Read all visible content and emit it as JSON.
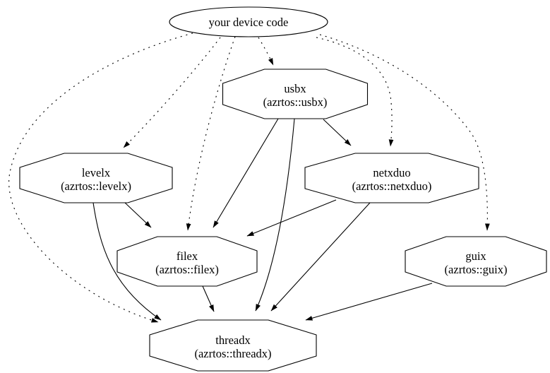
{
  "graph": {
    "title": "",
    "colors": {
      "stroke": "#000000",
      "background": "#ffffff",
      "text": "#000000"
    },
    "nodes": [
      {
        "id": "device",
        "shape": "ellipse",
        "lines": [
          "your device code"
        ]
      },
      {
        "id": "usbx",
        "shape": "octagon",
        "lines": [
          "usbx",
          "(azrtos::usbx)"
        ]
      },
      {
        "id": "levelx",
        "shape": "octagon",
        "lines": [
          "levelx",
          "(azrtos::levelx)"
        ]
      },
      {
        "id": "netxduo",
        "shape": "octagon",
        "lines": [
          "netxduo",
          "(azrtos::netxduo)"
        ]
      },
      {
        "id": "filex",
        "shape": "octagon",
        "lines": [
          "filex",
          "(azrtos::filex)"
        ]
      },
      {
        "id": "guix",
        "shape": "octagon",
        "lines": [
          "guix",
          "(azrtos::guix)"
        ]
      },
      {
        "id": "threadx",
        "shape": "octagon",
        "lines": [
          "threadx",
          "(azrtos::threadx)"
        ]
      }
    ],
    "edges": [
      {
        "from": "device",
        "to": "usbx",
        "style": "dotted"
      },
      {
        "from": "device",
        "to": "levelx",
        "style": "dotted"
      },
      {
        "from": "device",
        "to": "netxduo",
        "style": "dotted"
      },
      {
        "from": "device",
        "to": "filex",
        "style": "dotted"
      },
      {
        "from": "device",
        "to": "guix",
        "style": "dotted"
      },
      {
        "from": "device",
        "to": "threadx",
        "style": "dotted"
      },
      {
        "from": "usbx",
        "to": "netxduo",
        "style": "solid"
      },
      {
        "from": "usbx",
        "to": "filex",
        "style": "solid"
      },
      {
        "from": "usbx",
        "to": "threadx",
        "style": "solid"
      },
      {
        "from": "levelx",
        "to": "filex",
        "style": "solid"
      },
      {
        "from": "levelx",
        "to": "threadx",
        "style": "solid"
      },
      {
        "from": "netxduo",
        "to": "filex",
        "style": "solid"
      },
      {
        "from": "netxduo",
        "to": "threadx",
        "style": "solid"
      },
      {
        "from": "filex",
        "to": "threadx",
        "style": "solid"
      },
      {
        "from": "guix",
        "to": "threadx",
        "style": "solid"
      }
    ]
  }
}
